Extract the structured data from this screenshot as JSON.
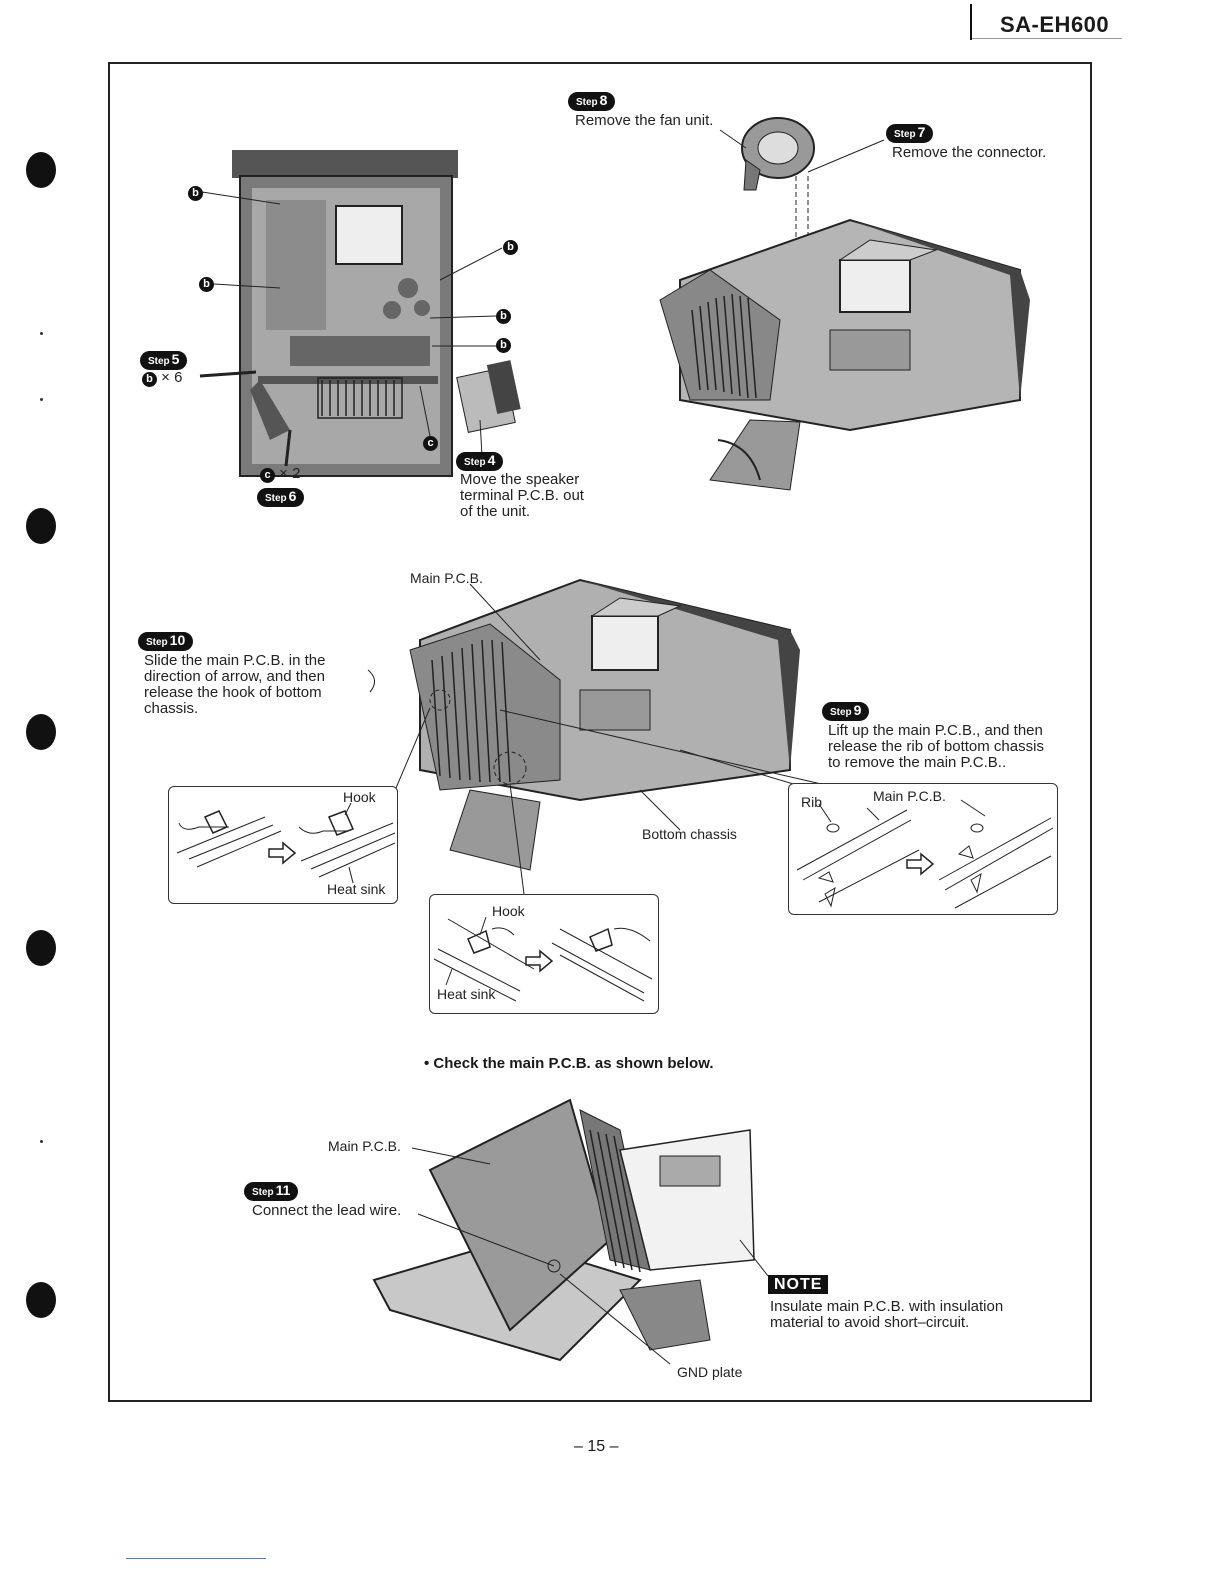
{
  "header": {
    "model": "SA-EH600"
  },
  "top": {
    "step8": {
      "tag": "Step",
      "num": "8",
      "text": "Remove the fan unit."
    },
    "step7": {
      "tag": "Step",
      "num": "7",
      "text": "Remove the connector."
    },
    "step5": {
      "tag": "Step",
      "num": "5",
      "qty": "× 6"
    },
    "step6": {
      "tag": "Step",
      "num": "6",
      "qty": "× 2"
    },
    "step4": {
      "tag": "Step",
      "num": "4",
      "text": [
        "Move the speaker",
        "terminal P.C.B. out",
        "of the unit."
      ]
    },
    "screw_b": "b",
    "screw_c": "c"
  },
  "middle": {
    "main_pcb_label": "Main P.C.B.",
    "step10": {
      "tag": "Step",
      "num": "10",
      "text": [
        "Slide the main P.C.B. in the",
        "direction of arrow, and then",
        "release the hook of bottom",
        "chassis."
      ]
    },
    "step9": {
      "tag": "Step",
      "num": "9",
      "text": [
        "Lift up the main P.C.B., and then",
        "release the rib of bottom chassis",
        "to remove the main P.C.B.."
      ]
    },
    "bottom_chassis": "Bottom chassis",
    "inset_left": {
      "hook": "Hook",
      "heat_sink": "Heat sink"
    },
    "inset_right": {
      "rib": "Rib",
      "main_pcb": "Main P.C.B."
    },
    "inset_center": {
      "hook": "Hook",
      "heat_sink": "Heat sink"
    }
  },
  "bottom": {
    "check": "• Check the main P.C.B. as shown below.",
    "main_pcb_label": "Main P.C.B.",
    "step11": {
      "tag": "Step",
      "num": "11",
      "text": "Connect the lead wire."
    },
    "note": {
      "tag": "NOTE",
      "text": [
        "Insulate main P.C.B. with insulation",
        "material to avoid short–circuit."
      ]
    },
    "gnd_plate": "GND plate"
  },
  "footer": {
    "page": "– 15 –"
  }
}
